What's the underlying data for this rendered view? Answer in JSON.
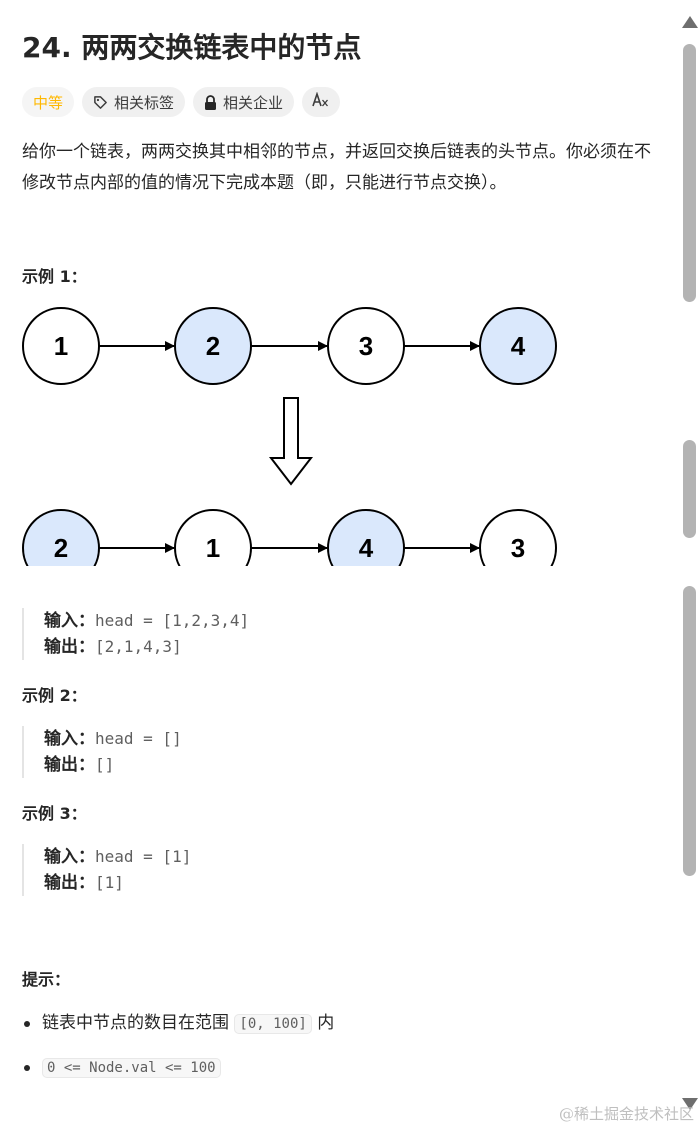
{
  "problem": {
    "title": "24. 两两交换链表中的节点",
    "tags": {
      "difficulty": "中等",
      "topics": "相关标签",
      "companies": "相关企业",
      "translate_icon": "translate-icon"
    },
    "description": "给你一个链表，两两交换其中相邻的节点，并返回交换后链表的头节点。你必须在不修改节点内部的值的情况下完成本题（即，只能进行节点交换）。"
  },
  "examples": [
    {
      "title": "示例 1：",
      "input_label": "输入：",
      "input": "head = [1,2,3,4]",
      "output_label": "输出：",
      "output": "[2,1,4,3]"
    },
    {
      "title": "示例 2：",
      "input_label": "输入：",
      "input": "head = []",
      "output_label": "输出：",
      "output": "[]"
    },
    {
      "title": "示例 3：",
      "input_label": "输入：",
      "input": "head = [1]",
      "output_label": "输出：",
      "output": "[1]"
    }
  ],
  "diagram": {
    "before": [
      "1",
      "2",
      "3",
      "4"
    ],
    "after": [
      "2",
      "1",
      "4",
      "3"
    ],
    "highlight_color": "#dae8fc",
    "plain_color": "#ffffff"
  },
  "hints": {
    "title": "提示：",
    "items": [
      {
        "before": "链表中节点的数目在范围 ",
        "code": "[0, 100]",
        "after": " 内"
      },
      {
        "before": "",
        "code": "0 <= Node.val <= 100",
        "after": ""
      }
    ]
  },
  "watermark": "@稀土掘金技术社区",
  "colors": {
    "difficulty": "#ffb800",
    "text": "#262626",
    "tag_bg": "#f0f0f0"
  }
}
